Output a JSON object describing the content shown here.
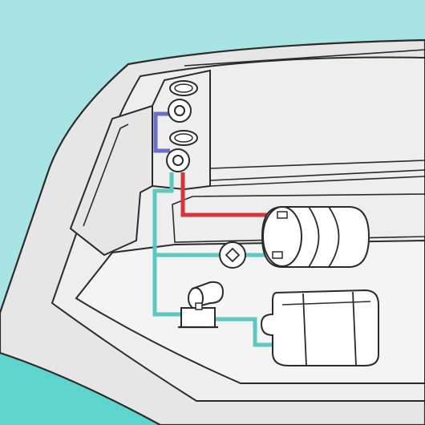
{
  "colors": {
    "sky": "#a8e4e3",
    "sea": "#5ed4cc",
    "hull": "#e6e6e6",
    "hull_inner": "#eeeeee",
    "deck": "#f4f4f4",
    "outline": "#2b2b2b",
    "hot_water_line": "#d8323c",
    "cold_water_line": "#5cc9c1",
    "crossover_line": "#6b6fc7",
    "equipment": "#ffffff"
  },
  "components": [
    {
      "id": "shower-outlet-upper",
      "icon": "deck-fitting-icon"
    },
    {
      "id": "shower-outlet-lower",
      "icon": "deck-fitting-icon"
    },
    {
      "id": "water-heater",
      "icon": "cylinder-tank-icon"
    },
    {
      "id": "inline-filter",
      "icon": "filter-icon"
    },
    {
      "id": "water-pump",
      "icon": "pump-icon"
    },
    {
      "id": "fresh-water-tank",
      "icon": "tank-icon"
    }
  ]
}
